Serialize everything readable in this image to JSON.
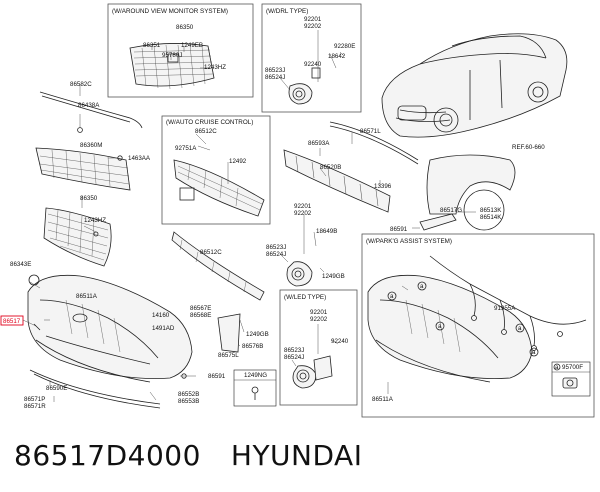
{
  "boxes": {
    "avm": "(W/AROUND VIEW MONITOR SYSTEM)",
    "drl": "(W/DRL TYPE)",
    "scc": "(W/AUTO CRUISE CONTROL)",
    "pas": "(W/PARK'G ASSIST SYSTEM)",
    "led": "(W/LED TYPE)"
  },
  "labels": {
    "p86350_a": "86350",
    "p86351": "86351",
    "p1249EB": "1249EB",
    "p95780J": "95780J",
    "p1243HZ_a": "1243HZ",
    "p92201_a": "92201",
    "p92202_a": "92202",
    "p92280E": "92280E",
    "p18642": "18642",
    "p86523J_a": "86523J",
    "p86524J_a": "86524J",
    "p92240_a": "92240",
    "p86582C": "86582C",
    "p86438A": "86438A",
    "p86360M": "86360M",
    "p1463AA": "1463AA",
    "p86512C_a": "86512C",
    "p92751A": "92751A",
    "p12492": "12492",
    "p86571L": "86571L",
    "p86593A": "86593A",
    "p86520B": "86520B",
    "p13396": "13396",
    "ref": "REF.60-660",
    "p86350_b": "86350",
    "p1243HZ_b": "1243HZ",
    "p92201_b": "92201",
    "p92202_b": "92202",
    "p18649B": "18649B",
    "p86523J_b": "86523J",
    "p86524J_b": "86524J",
    "p1249GB_a": "1249GB",
    "p86512C_b": "86512C",
    "p86517G": "86517G",
    "p86591_a": "86591",
    "p86513K": "86513K",
    "p86514K": "86514K",
    "p86343E": "86343E",
    "p86517_hl": "86517",
    "p86511A_a": "86511A",
    "p14160": "14160",
    "p1491AD": "1491AD",
    "p86567E": "86567E",
    "p86568E": "86568E",
    "p1249GB_b": "1249GB",
    "p86576B": "86576B",
    "p86575L": "86575L",
    "p86591_b": "86591",
    "p86590E": "86590E",
    "p86571P": "86571P",
    "p86571R": "86571R",
    "p86552B": "86552B",
    "p86553B": "86553B",
    "p1249NG": "1249NG",
    "p92201_c": "92201",
    "p92202_c": "92202",
    "p86523J_c": "86523J",
    "p86524J_c": "86524J",
    "p92240_c": "92240",
    "p91955A": "91955A",
    "p95700F": "95700F",
    "p86511A_b": "86511A",
    "callout_a": "a"
  },
  "footer": {
    "part_number": "86517D4000",
    "brand": "HYUNDAI"
  },
  "colors": {
    "highlight": "#e0001a",
    "line": "#222222"
  }
}
